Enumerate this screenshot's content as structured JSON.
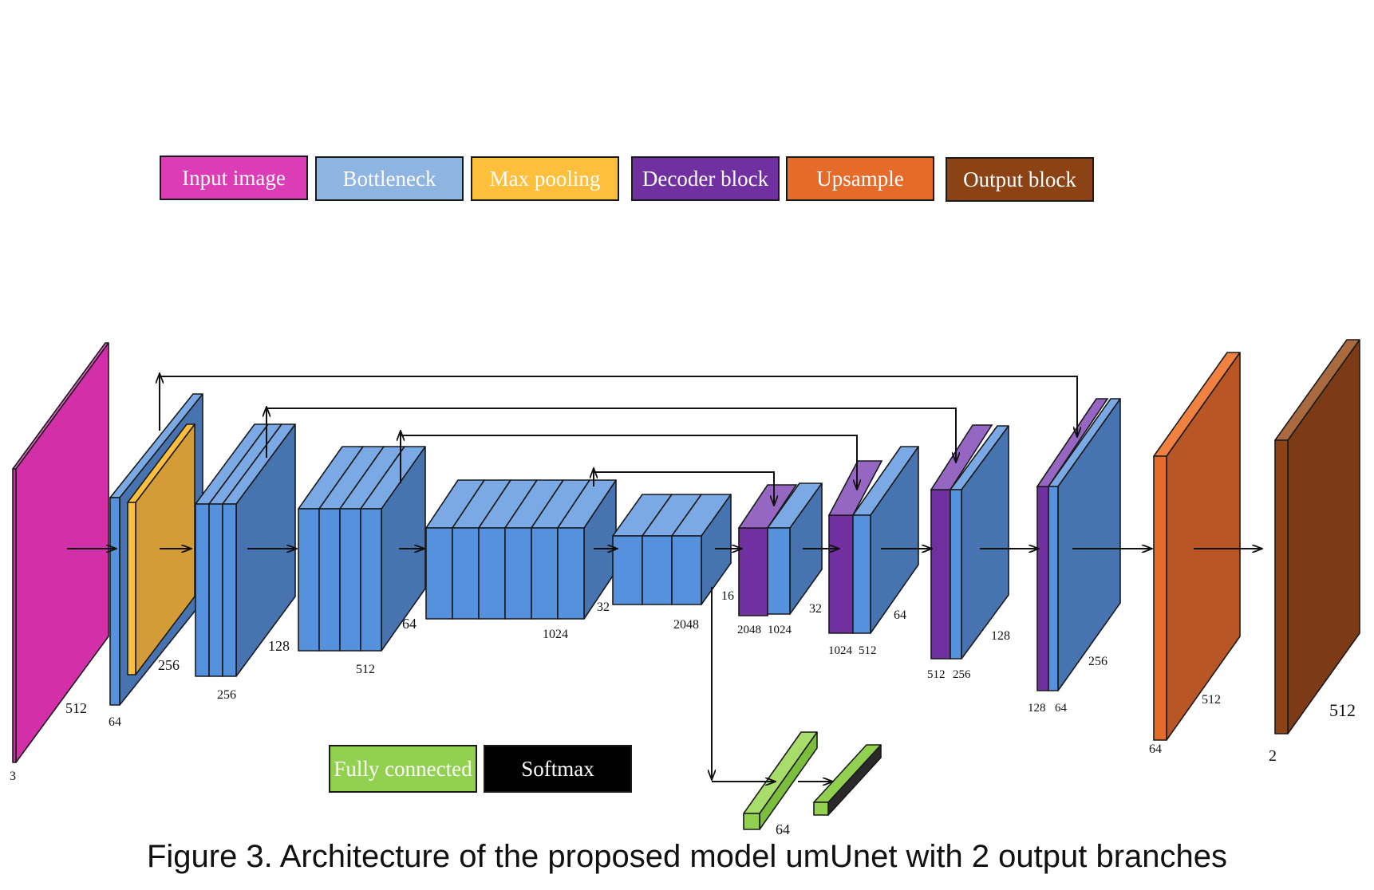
{
  "legend_top": [
    {
      "label": "Input image",
      "color": "#dd3cb7"
    },
    {
      "label": "Bottleneck",
      "color": "#8eb4e2"
    },
    {
      "label": "Max pooling",
      "color": "#fec03c"
    },
    {
      "label": "Decoder block",
      "color": "#7030a0"
    },
    {
      "label": "Upsample",
      "color": "#e46b2a"
    },
    {
      "label": "Output block",
      "color": "#8b4214"
    }
  ],
  "legend_bottom": [
    {
      "label": "Fully connected",
      "color": "#92d050"
    },
    {
      "label": "Softmax",
      "color": "#000000"
    }
  ],
  "dimension_labels": [
    "3",
    "512",
    "64",
    "256",
    "256",
    "128",
    "512",
    "64",
    "1024",
    "32",
    "2048",
    "16",
    "2048",
    "1024",
    "32",
    "1024",
    "512",
    "64",
    "512",
    "256",
    "128",
    "128",
    "64",
    "256",
    "64",
    "512",
    "2",
    "512",
    "64"
  ],
  "caption": "Figure 3. Architecture of the proposed model umUnet with 2 output branches"
}
